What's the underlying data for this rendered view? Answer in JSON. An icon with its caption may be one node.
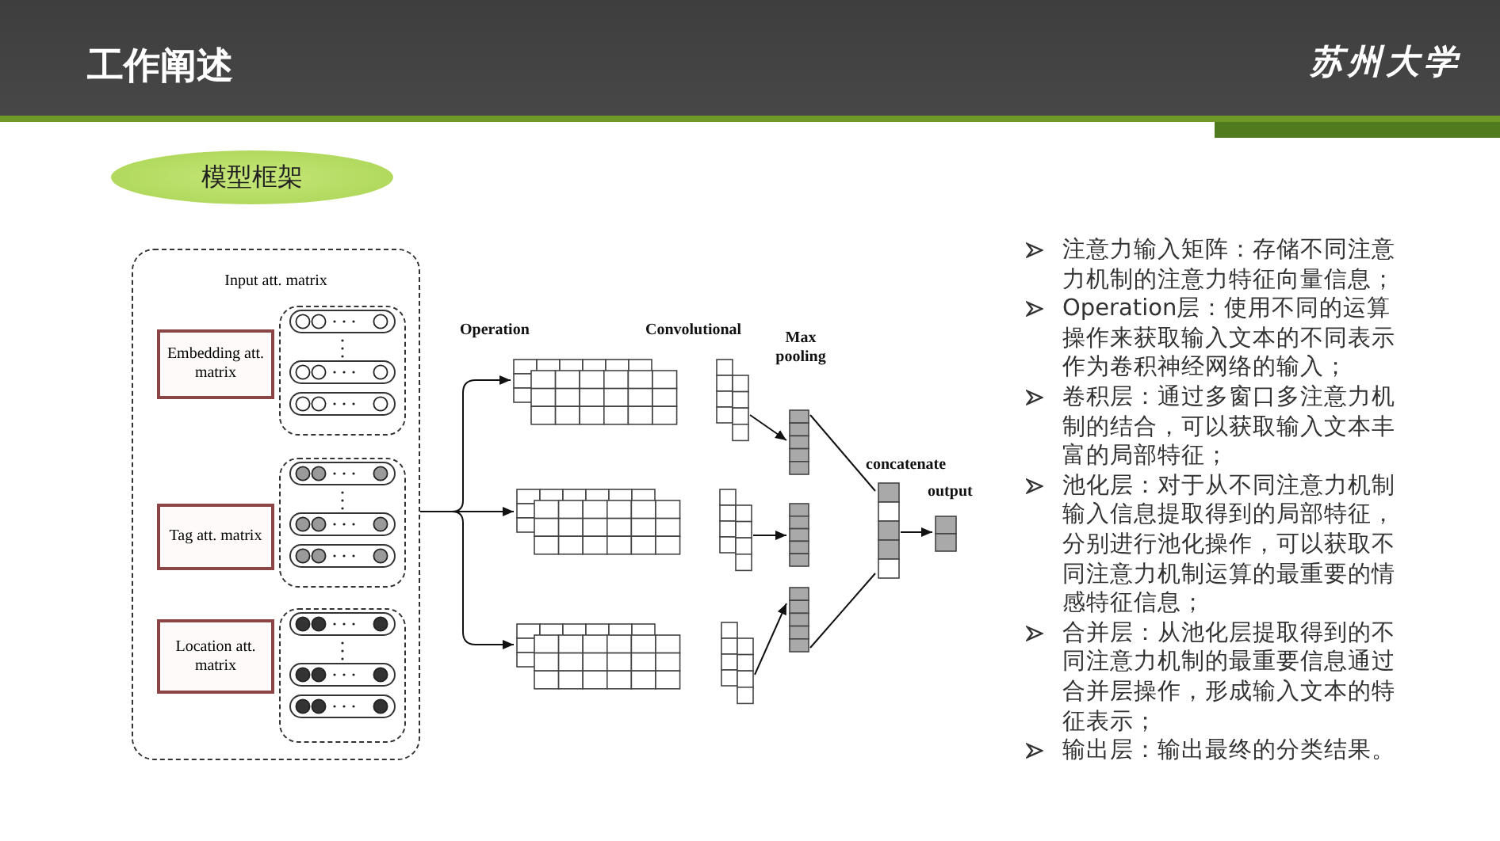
{
  "diagram": {
    "title": "工作阐述",
    "nodes": [
      {
        "text": [
          "模型框架"
        ]
      },
      {
        "text": [
          "Input att. matrix"
        ]
      },
      {
        "text": [
          "Embedding att. matrix"
        ],
        "in": 1
      },
      {
        "text": [
          "Tag att. matrix"
        ],
        "in": 1
      },
      {
        "text": [
          "Location att. matrix"
        ],
        "in": 1
      },
      {
        "text": [],
        "shape": "box",
        "in": 1
      },
      {
        "text": [],
        "shape": "box",
        "in": 1
      },
      {
        "text": [],
        "shape": "box",
        "in": 1
      },
      {
        "text": [],
        "shape": "box"
      },
      {
        "text": [],
        "shape": "box"
      },
      {
        "text": [],
        "shape": "box"
      },
      {
        "text": [],
        "shape": "box"
      },
      {
        "text": [],
        "shape": "box"
      },
      {
        "text": [],
        "shape": "box"
      },
      {
        "text": [],
        "shape": "box"
      },
      {
        "text": [],
        "shape": "box"
      },
      {
        "text": [],
        "shape": "box"
      },
      {
        "text": [],
        "shape": "box"
      },
      {
        "text": [],
        "shape": "box"
      }
    ],
    "edges": [
      {
        "from": 1,
        "to": 8,
        "arrow": "to"
      },
      {
        "from": 1,
        "to": 9,
        "arrow": "to"
      },
      {
        "from": 1,
        "to": 10,
        "arrow": "to"
      },
      {
        "from": 11,
        "to": 14,
        "arrow": "to"
      },
      {
        "from": 12,
        "to": 15,
        "arrow": "to"
      },
      {
        "from": 13,
        "to": 16,
        "arrow": "to"
      },
      {
        "from": 14,
        "to": 17,
        "arrow": "none"
      },
      {
        "from": 16,
        "to": 17,
        "arrow": "none"
      },
      {
        "from": 17,
        "to": 18,
        "arrow": "to"
      }
    ],
    "labels": [
      "苏州大学",
      "Operation",
      "Convolutional",
      "Max pooling",
      "concatenate",
      "output",
      "注意力输入矩阵：存储不同注意力机制的注意力特征向量信息；",
      "Operation层：使用不同的运算操作来获取输入文本的不同表示作为卷积神经网络的输入；",
      "卷积层：通过多窗口多注意力机制的结合，可以获取输入文本丰富的局部特征；",
      "池化层：对于从不同注意力机制输入信息提取得到的局部特征，分别进行池化操作，可以获取不同注意力机制运算的最重要的情感特征信息；",
      "合并层：从池化层提取得到的不同注意力机制的最重要信息通过合并层操作，形成输入文本的特征表示；",
      "输出层：输出最终的分类结果。"
    ]
  }
}
